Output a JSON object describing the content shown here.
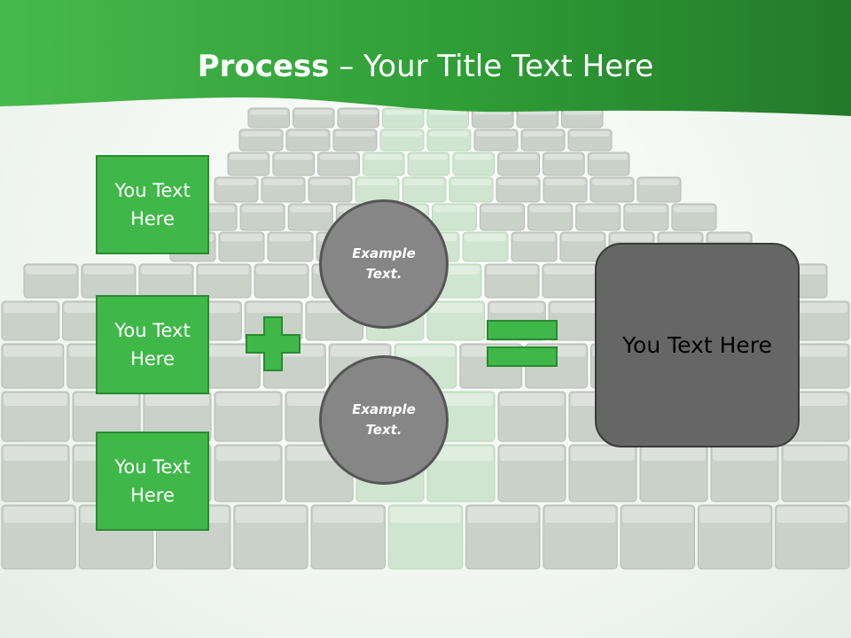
{
  "slide": {
    "title_bold": "Process",
    "title_rest": " – Your Title Text Here"
  },
  "left_boxes": [
    "You Text Here",
    "You Text Here",
    "You Text Here"
  ],
  "operator_plus": "plus-icon",
  "circles": [
    "Example Text.",
    "Example Text."
  ],
  "operator_equals": "equals-icon",
  "result": {
    "label": "You Text Here"
  },
  "colors": {
    "banner_green": "#2e9e3a",
    "box_green": "#3fb849",
    "box_border": "#2a8a30",
    "circle_gray": "#868686",
    "result_gray": "#666666"
  }
}
